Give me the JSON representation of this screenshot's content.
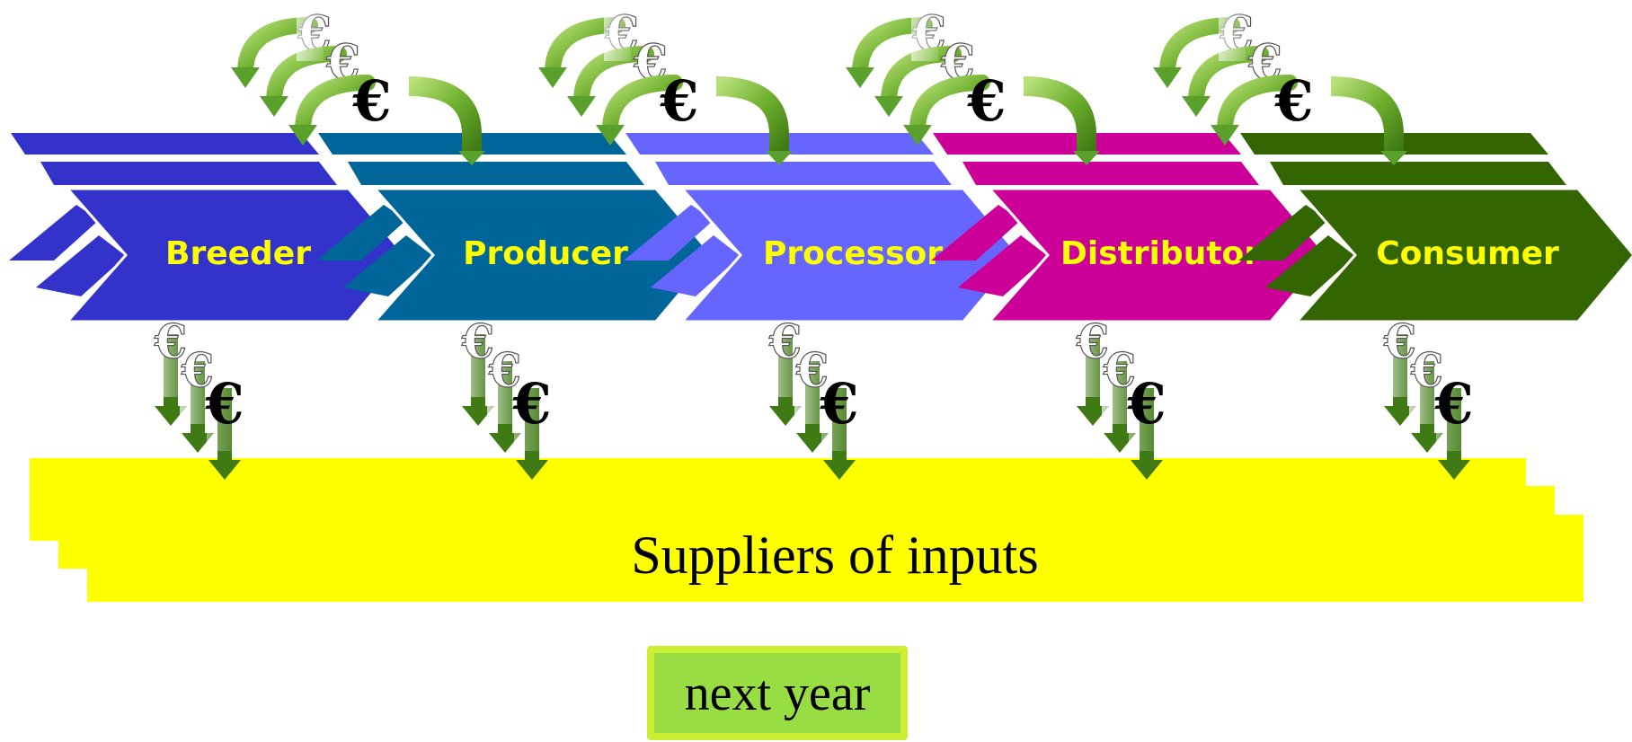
{
  "diagram": {
    "stages": [
      {
        "label": "Breeder",
        "color": "#3333cc"
      },
      {
        "label": "Producer",
        "color": "#006699"
      },
      {
        "label": "Processor",
        "color": "#6666ff"
      },
      {
        "label": "Distributor",
        "color": "#cc0099"
      },
      {
        "label": "Consumer",
        "color": "#336600"
      }
    ],
    "label_color": "#ffff00",
    "currency_symbol": "€",
    "money_arrow_color": "#5aa02c",
    "suppliers": {
      "label": "Suppliers of inputs",
      "color": "#ffff00"
    }
  },
  "controls": {
    "next_button": {
      "label": "next year",
      "fill": "#99dd44",
      "border": "#ccee33"
    }
  }
}
